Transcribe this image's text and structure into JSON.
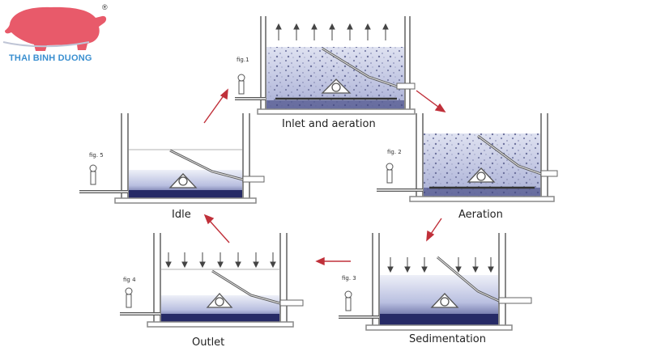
{
  "brand": {
    "name": "THAI BINH DUONG",
    "registered_mark": "®",
    "logo_icon": "pig-silhouette-icon",
    "colors": {
      "pig": "#e85a6a",
      "text": "#3a8fd0"
    }
  },
  "diagram": {
    "stages": [
      {
        "id": "inlet",
        "label": "Inlet and aeration",
        "fig": "fig.1",
        "state": "filling-aeration"
      },
      {
        "id": "aeration",
        "label": "Aeration",
        "fig": "fig. 2",
        "state": "aeration"
      },
      {
        "id": "sedimentation",
        "label": "Sedimentation",
        "fig": "fig. 3",
        "state": "settling"
      },
      {
        "id": "outlet",
        "label": "Outlet",
        "fig": "fig 4",
        "state": "decanting"
      },
      {
        "id": "idle",
        "label": "Idle",
        "fig": "fig. 5",
        "state": "idle"
      }
    ],
    "colors": {
      "arrow": "#c0303a",
      "tank_outline": "#777777",
      "water_dark": "#2b2f6e",
      "water_light": "#c6cbe6",
      "bubble": "#7a7fa8"
    }
  }
}
